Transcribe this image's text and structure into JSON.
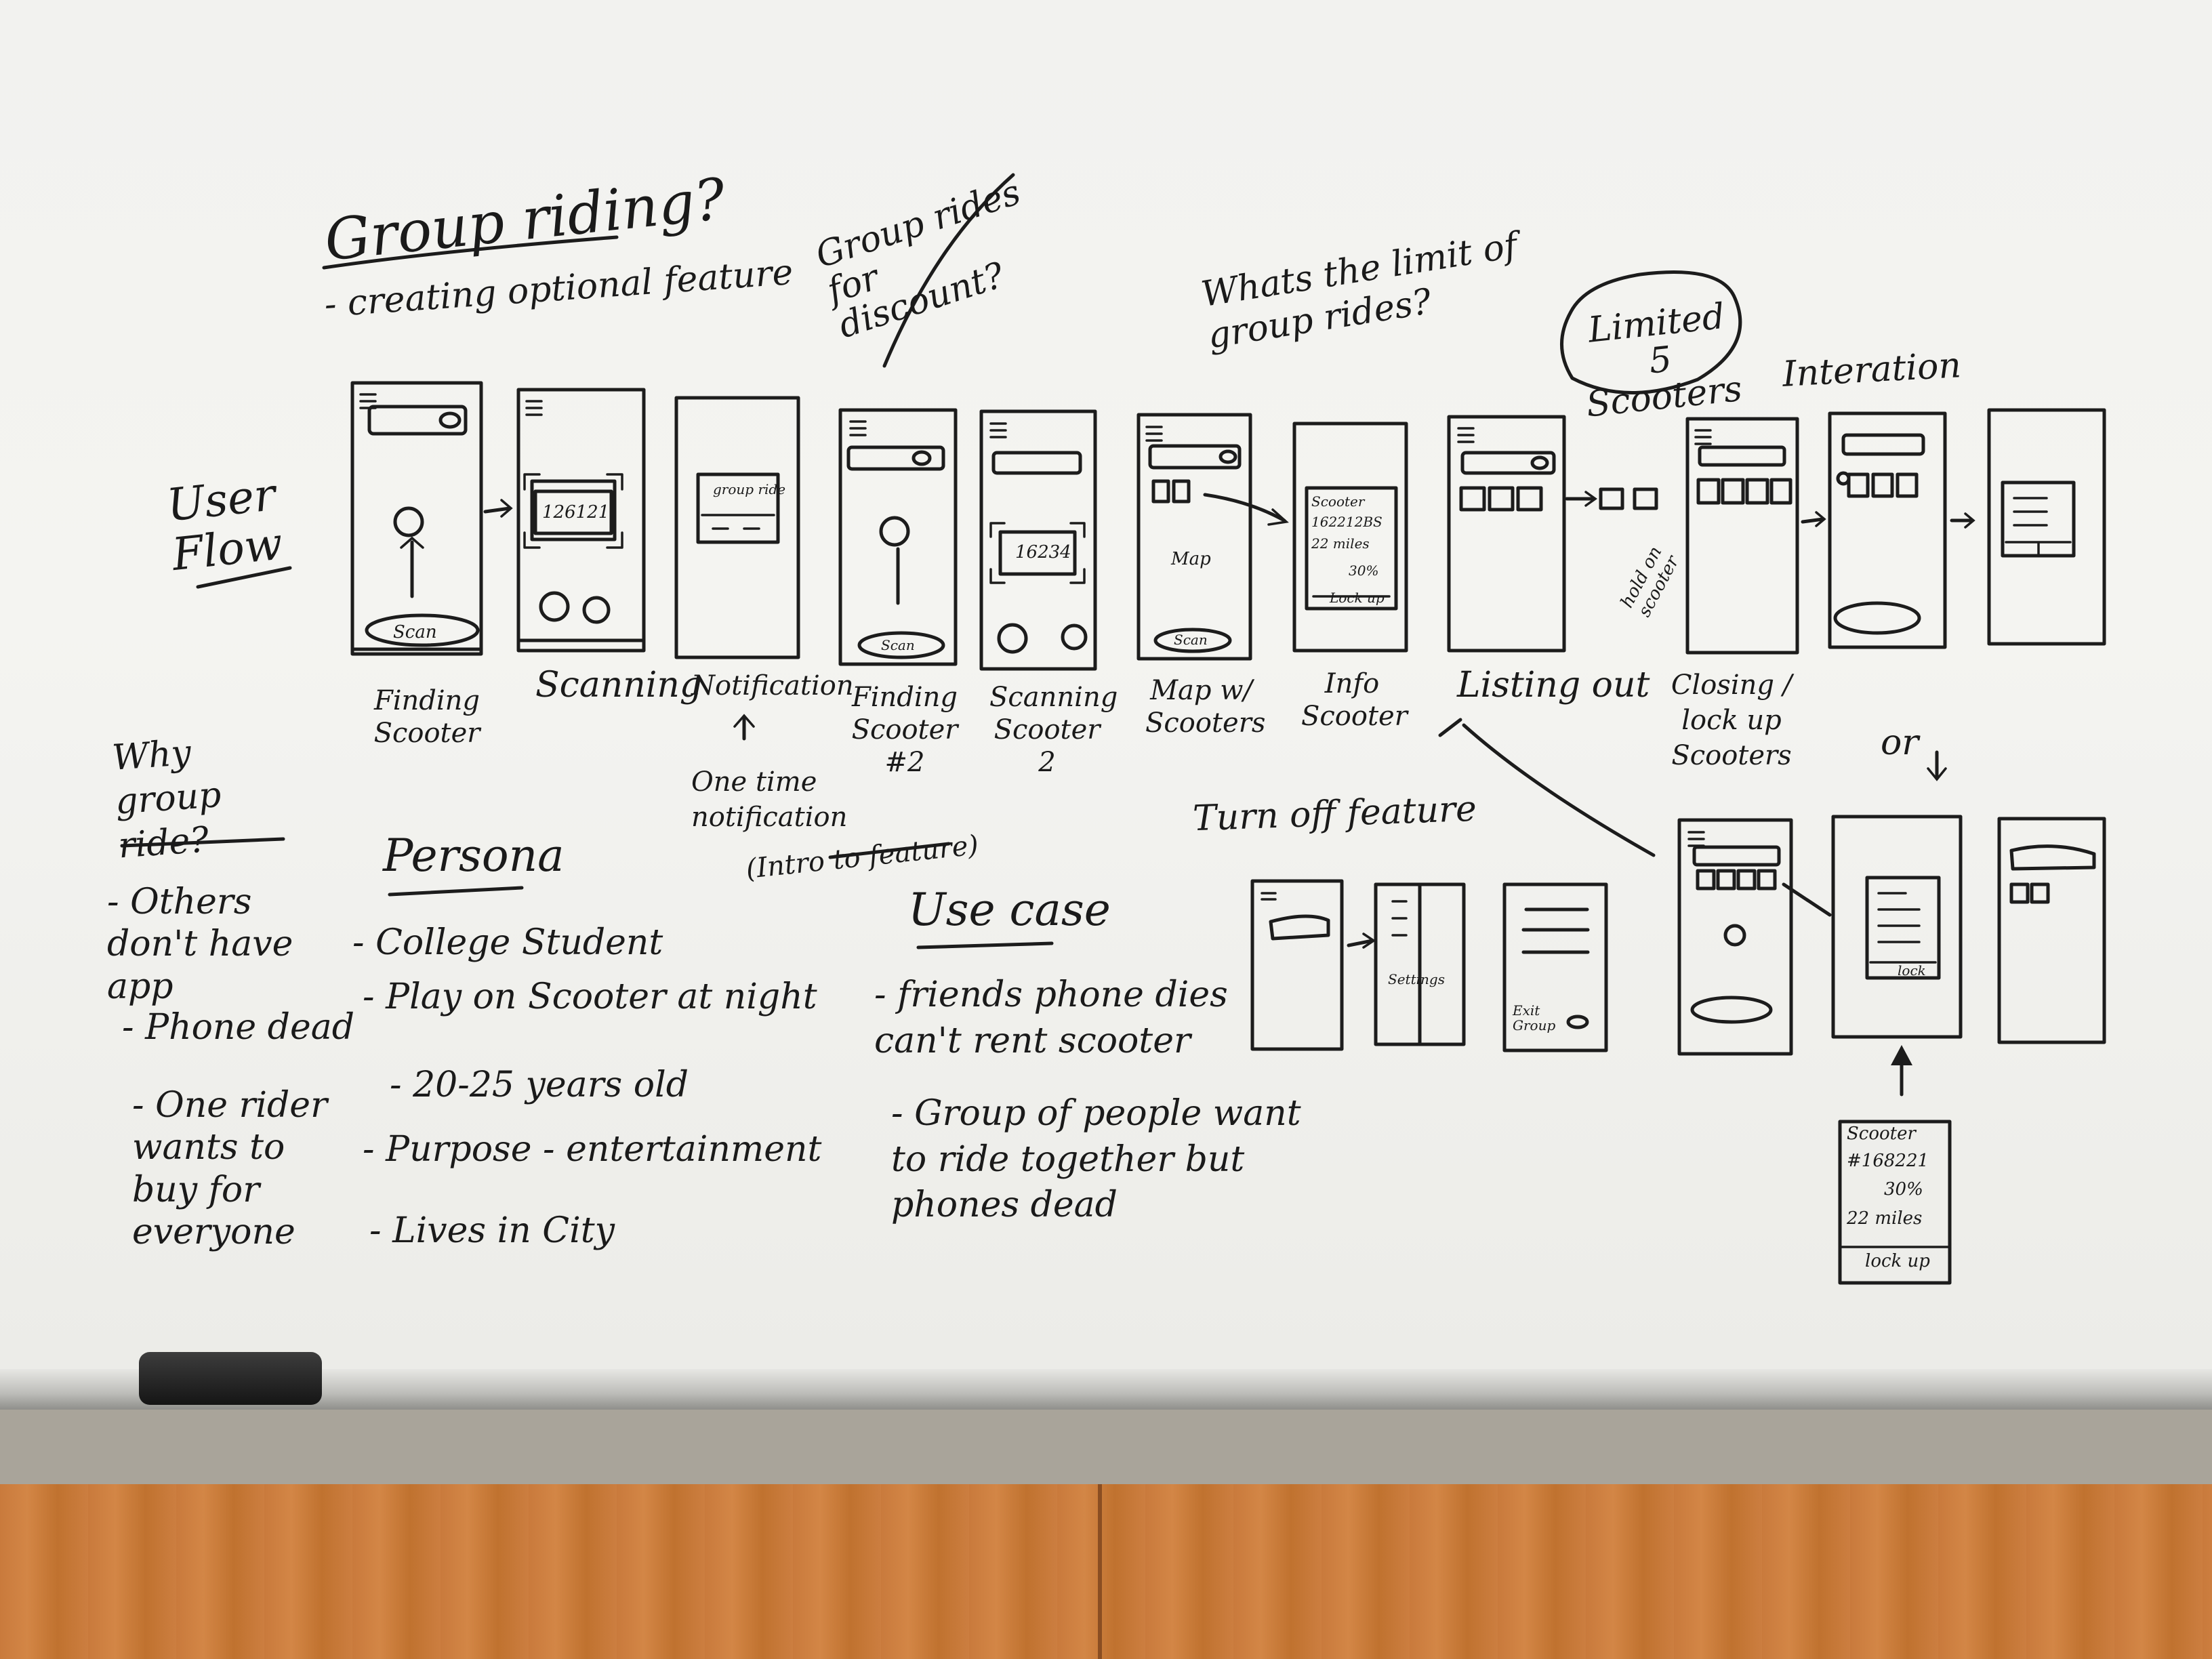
{
  "title": "Group riding?",
  "subtitle": "- creating optional feature",
  "side_label": "User Flow",
  "top_notes": {
    "discount": "Group rides for discount?",
    "limit_question": "Whats the limit of group rides?",
    "limit_answer": "Limited 5 Scooters",
    "interaction": "Interation"
  },
  "screens": [
    {
      "caption": "Finding Scooter",
      "button": "Scan"
    },
    {
      "caption": "Scanning",
      "code": "126121"
    },
    {
      "caption": "Notification",
      "card": "group ride"
    },
    {
      "caption": "Finding Scooter #2",
      "button": "Scan"
    },
    {
      "caption": "Scanning Scooter 2",
      "code": "16234"
    },
    {
      "caption": "Map w/ Scooters",
      "map": "Map",
      "button": "Scan"
    },
    {
      "caption": "Info Scooter",
      "info": [
        "Scooter",
        "162212BS",
        "22 miles",
        "30%",
        "Lock up"
      ]
    },
    {
      "caption": "Listing out"
    },
    {
      "caption": "Closing / lock up Scooters"
    }
  ],
  "hold_note": "hold on scooter",
  "notification_note": "One time notification",
  "intro_note": "(Intro to feature)",
  "or_note": "or",
  "turn_off": {
    "label": "Turn off feature",
    "side_label": "Settings",
    "end_label": "Exit Group"
  },
  "lockup_card": {
    "title": "Scooter",
    "id": "#168221",
    "battery": "30%",
    "range": "22 miles",
    "action": "lock up",
    "lock_btn": "lock"
  },
  "why": {
    "heading": "Why group ride?",
    "items": [
      "- Others don't have app",
      "- Phone dead",
      "- One rider wants to buy for everyone"
    ]
  },
  "persona": {
    "heading": "Persona",
    "items": [
      "- College Student",
      "- Play on Scooter at night",
      "- 20-25 years old",
      "- Purpose - entertainment",
      "- Lives in City"
    ]
  },
  "use_case": {
    "heading": "Use case",
    "items": [
      "- friends phone dies can't rent scooter",
      "- Group of people want to ride together but phones dead"
    ]
  }
}
